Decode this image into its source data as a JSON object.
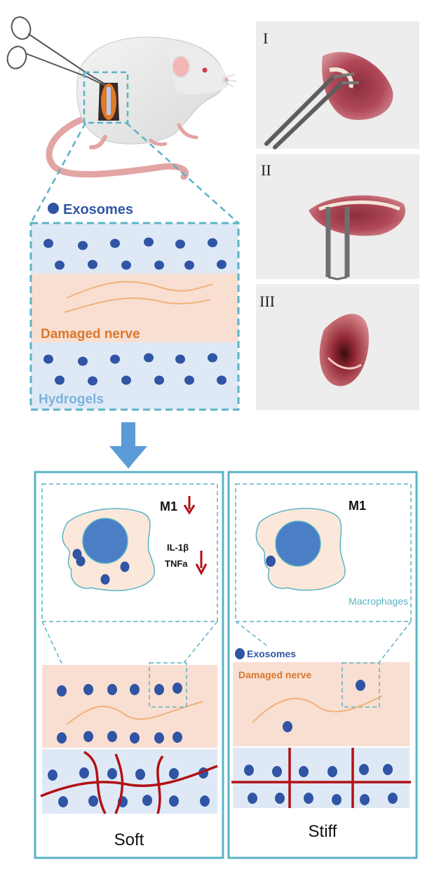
{
  "palette": {
    "frame": "#5bb3c6",
    "dash": "#5bb3c6",
    "exosome": "#2f55a4",
    "hydrogel_bg": "#dfe9f6",
    "nerve_bg": "#f9dfd2",
    "nerve_line": "#f0b27a",
    "arrow_blue": "#5b9bd8",
    "red": "#b11116",
    "cell_fill": "#fbe8da",
    "nucleus": "#4a7fc6",
    "damaged_text": "#d8782e",
    "hydrogel_text": "#7bb3de",
    "macrophage_text": "#5bb3c6"
  },
  "icons": {
    "scissors": "scissors-icon",
    "mouse": "mouse-illustration",
    "arrow": "down-arrow-icon",
    "up_arrow": "red-down-arrow-icon"
  },
  "top": {
    "legend": "Exosomes",
    "layer_nerve": "Damaged nerve",
    "layer_gel": "Hydrogels"
  },
  "photos": [
    {
      "label": "I"
    },
    {
      "label": "II"
    },
    {
      "label": "III"
    }
  ],
  "soft": {
    "title": "Soft",
    "m1": "M1",
    "il1b": "IL-1β",
    "tnfa": "TNFa"
  },
  "stiff": {
    "title": "Stiff",
    "m1": "M1",
    "macrophages": "Macrophages",
    "legend": "Exosomes",
    "nerve": "Damaged nerve"
  }
}
